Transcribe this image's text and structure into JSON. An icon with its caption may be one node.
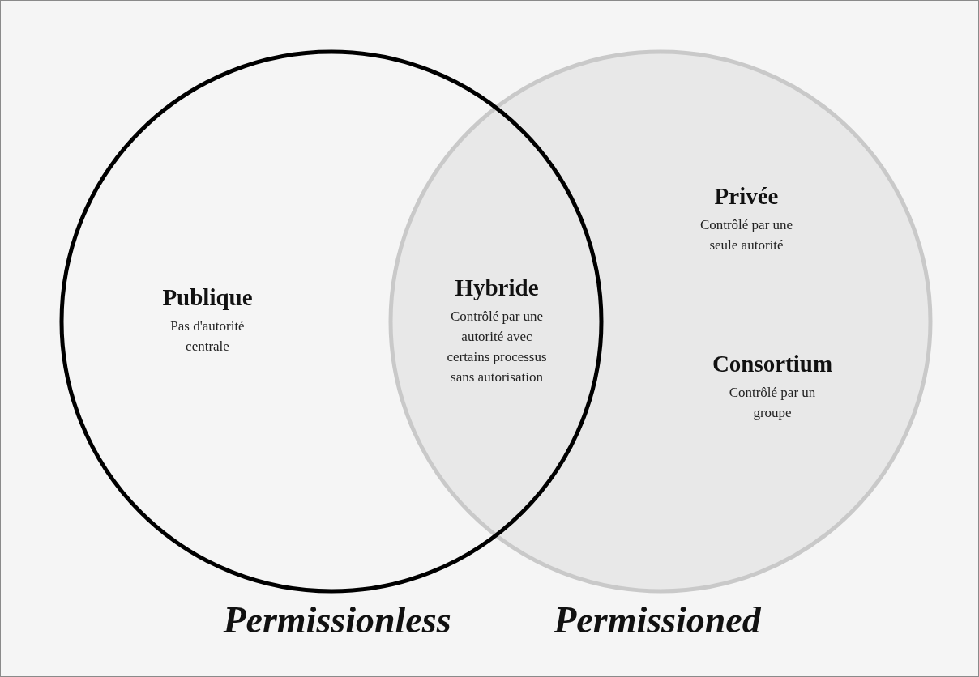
{
  "diagram": {
    "nodes": [
      {
        "text": [
          "Permissionless"
        ]
      },
      {
        "text": [
          "Permissioned"
        ]
      },
      {
        "text": [
          "Publique",
          "Pas d'autorité centrale"
        ],
        "in": 0
      },
      {
        "text": [
          "Hybride",
          "Contrôlé par une autorité avec certains processus sans autorisation"
        ]
      },
      {
        "text": [
          "Privée",
          "Contrôlé par une seule autorité"
        ],
        "in": 1
      },
      {
        "text": [
          "Consortium",
          "Contrôlé par un groupe"
        ],
        "in": 1
      }
    ]
  }
}
